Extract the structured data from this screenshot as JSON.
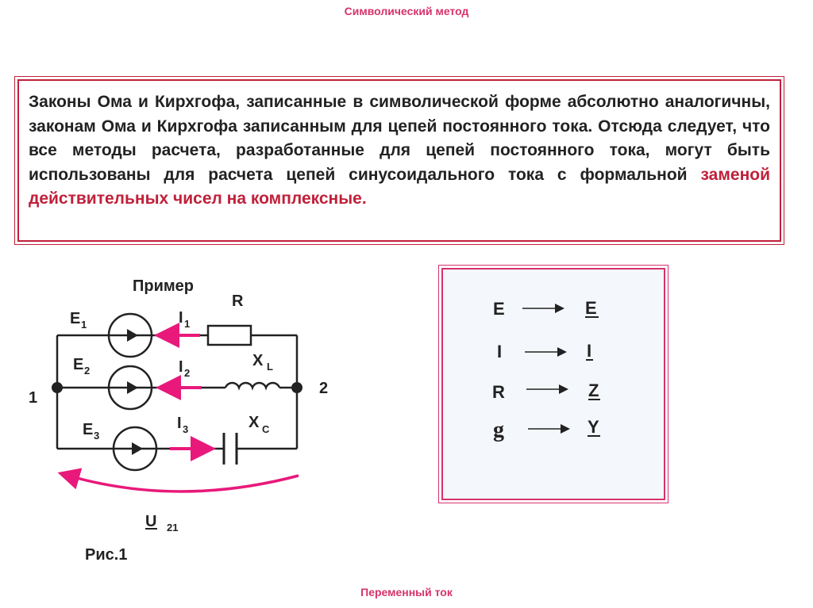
{
  "header": {
    "title": "Символический метод"
  },
  "footer": {
    "title": "Переменный ток"
  },
  "text": {
    "part1": "Законы Ома и Кирхгофа, записанные в символической форме абсолютно аналогичны, законам Ома и Кирхгофа записанным для цепей постоянного тока. Отсюда следует, что все методы расчета, разработанные для цепей постоянного тока, могут быть использованы для расчета цепей синусоидального тока с формальной ",
    "highlight": "заменой действительных чисел на комплексные."
  },
  "circuit": {
    "example_label": "Пример",
    "resistor_label": "R",
    "inductor_label": "X",
    "inductor_sub": "L",
    "capacitor_label": "X",
    "capacitor_sub": "C",
    "node1": "1",
    "node2": "2",
    "sources": [
      {
        "label": "E",
        "sub": "1"
      },
      {
        "label": "E",
        "sub": "2"
      },
      {
        "label": "E",
        "sub": "3"
      }
    ],
    "currents": [
      {
        "label": "I",
        "sub": "1"
      },
      {
        "label": "I",
        "sub": "2"
      },
      {
        "label": "I",
        "sub": "3"
      }
    ],
    "voltage_label": "U",
    "voltage_sub": "21",
    "figure_caption": "Рис.1"
  },
  "mapping": [
    {
      "from": "E",
      "to": "E"
    },
    {
      "from": "I",
      "to": "I"
    },
    {
      "from": "R",
      "to": "Z"
    },
    {
      "from": "g",
      "to": "Y"
    }
  ],
  "colors": {
    "accent": "#d6336c",
    "border": "#c0203a",
    "current_arrow": "#e8197a"
  }
}
